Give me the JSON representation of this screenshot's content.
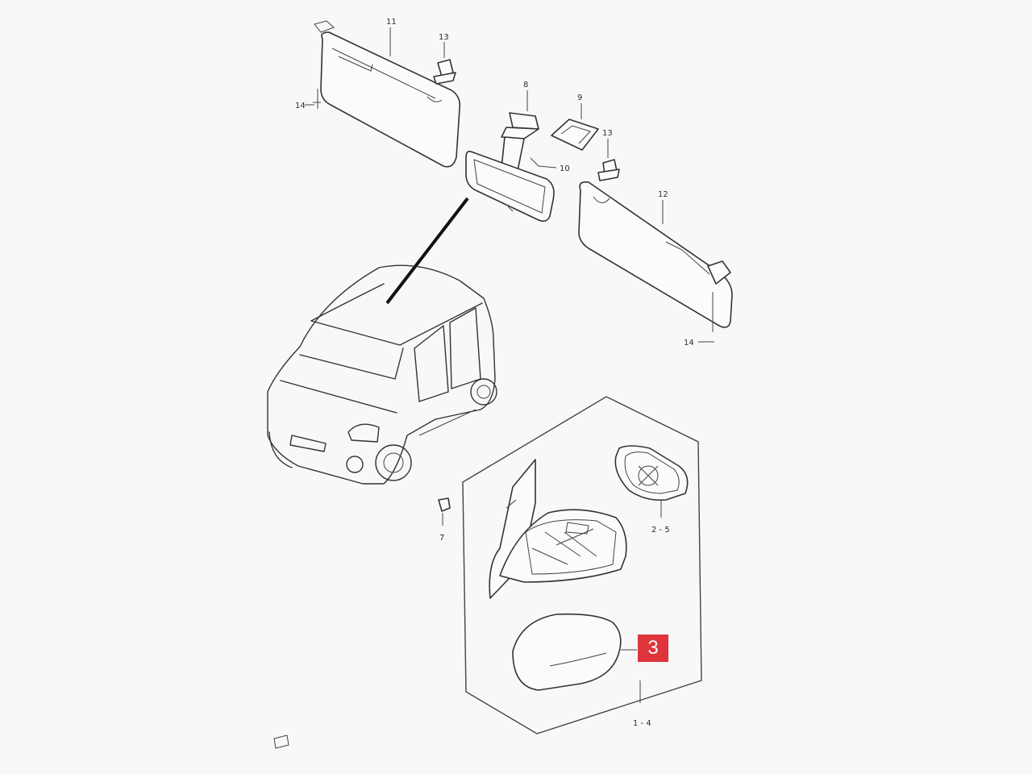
{
  "callouts": {
    "c11": "11",
    "c13a": "13",
    "c14a": "14",
    "c8": "8",
    "c9": "9",
    "c13b": "13",
    "c10": "10",
    "c12": "12",
    "c14b": "14",
    "c7": "7",
    "c25": "2 - 5",
    "c14c": "1 - 4"
  },
  "highlight": {
    "label": "3",
    "color": "#e0343c"
  }
}
